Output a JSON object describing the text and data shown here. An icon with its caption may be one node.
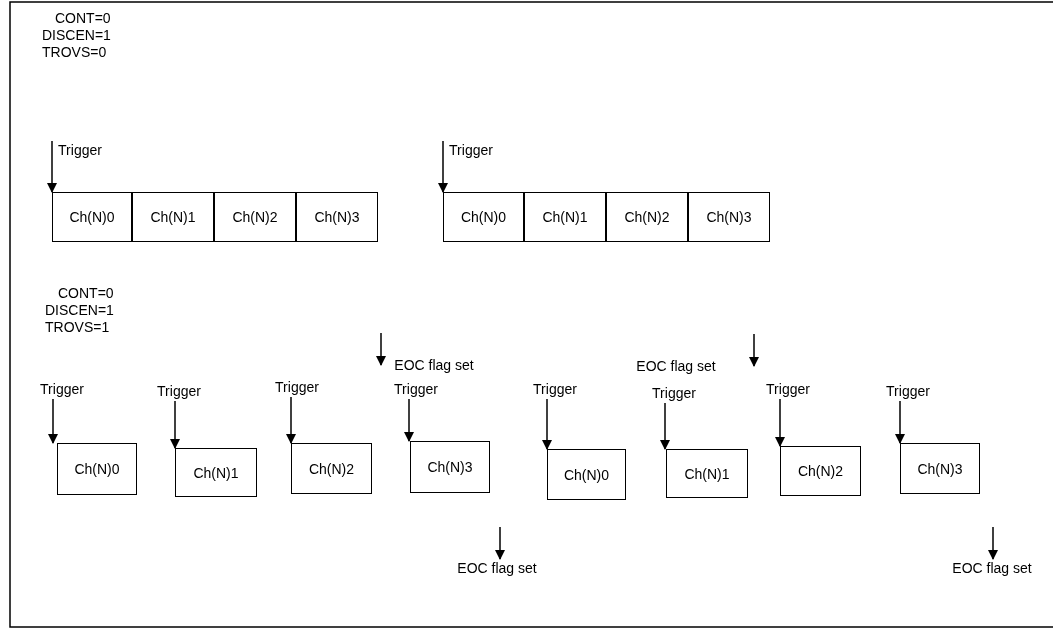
{
  "diagram": {
    "nodes": [
      {
        "text": [
          "Ch(N)0"
        ]
      },
      {
        "text": [
          "Ch(N)1"
        ]
      },
      {
        "text": [
          "Ch(N)2"
        ]
      },
      {
        "text": [
          "Ch(N)3"
        ]
      },
      {
        "text": [
          "Ch(N)0"
        ]
      },
      {
        "text": [
          "Ch(N)1"
        ]
      },
      {
        "text": [
          "Ch(N)2"
        ]
      },
      {
        "text": [
          "Ch(N)3"
        ]
      },
      {
        "text": [
          "EOC flag set"
        ]
      },
      {
        "text": [
          "EOC flag set"
        ]
      },
      {
        "text": [
          "Ch(N)0"
        ]
      },
      {
        "text": [
          "Ch(N)1"
        ]
      },
      {
        "text": [
          "Ch(N)2"
        ]
      },
      {
        "text": [
          "Ch(N)3"
        ]
      },
      {
        "text": [
          "Ch(N)0"
        ]
      },
      {
        "text": [
          "Ch(N)1"
        ]
      },
      {
        "text": [
          "Ch(N)2"
        ]
      },
      {
        "text": [
          "Ch(N)3"
        ]
      },
      {
        "text": [
          "EOC flag set"
        ]
      },
      {
        "text": [
          "EOC flag set"
        ]
      },
      {
        "text": [
          "Trigger"
        ]
      },
      {
        "text": [
          "Trigger"
        ]
      },
      {
        "text": [
          "Trigger"
        ]
      },
      {
        "text": [
          "Trigger"
        ]
      },
      {
        "text": [
          "Trigger"
        ]
      },
      {
        "text": [
          "Trigger"
        ]
      },
      {
        "text": [
          "Trigger"
        ]
      },
      {
        "text": [
          "Trigger"
        ]
      },
      {
        "text": [
          "Trigger"
        ]
      },
      {
        "text": [
          "Trigger"
        ]
      }
    ],
    "edges": [
      {
        "from": 20,
        "to": 0,
        "arrow": "to"
      },
      {
        "from": 21,
        "to": 4,
        "arrow": "to"
      },
      {
        "from": null,
        "to": 8,
        "arrow": "to"
      },
      {
        "from": null,
        "to": 9,
        "arrow": "to"
      },
      {
        "from": 22,
        "to": 10,
        "arrow": "to"
      },
      {
        "from": 23,
        "to": 11,
        "arrow": "to"
      },
      {
        "from": 24,
        "to": 12,
        "arrow": "to"
      },
      {
        "from": 25,
        "to": 13,
        "arrow": "to"
      },
      {
        "from": 26,
        "to": 14,
        "arrow": "to"
      },
      {
        "from": 27,
        "to": 15,
        "arrow": "to"
      },
      {
        "from": 28,
        "to": 16,
        "arrow": "to"
      },
      {
        "from": 29,
        "to": 17,
        "arrow": "to"
      },
      {
        "from": null,
        "to": 18,
        "arrow": "to"
      },
      {
        "from": null,
        "to": 19,
        "arrow": "to"
      }
    ],
    "labels": [
      "CONT=0",
      "DISCEN=1",
      "TROVS=0",
      "CONT=0",
      "DISCEN=1",
      "TROVS=1"
    ]
  }
}
